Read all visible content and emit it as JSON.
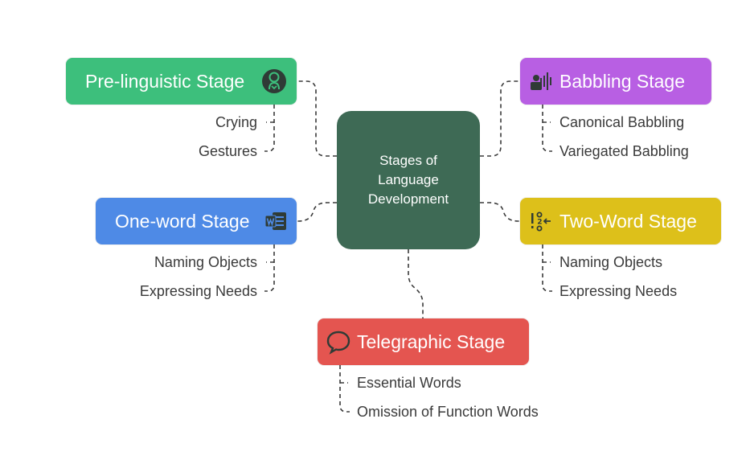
{
  "center": {
    "title": "Stages of Language Development"
  },
  "colors": {
    "pre_linguistic": "#3dbf7c",
    "babbling": "#b85fe3",
    "one_word": "#4e8ae6",
    "two_word": "#ddc01a",
    "telegraphic": "#e45550",
    "center": "#3e6a55"
  },
  "stages": {
    "pre_linguistic": {
      "title": "Pre-linguistic Stage",
      "icon": "baby-icon",
      "items": [
        "Crying",
        "Gestures"
      ]
    },
    "babbling": {
      "title": "Babbling Stage",
      "icon": "voice-wave-icon",
      "items": [
        "Canonical Babbling",
        "Variegated Babbling"
      ]
    },
    "one_word": {
      "title": "One-word Stage",
      "icon": "word-document-icon",
      "items": [
        "Naming Objects",
        "Expressing Needs"
      ]
    },
    "two_word": {
      "title": "Two-Word Stage",
      "icon": "ordered-list-icon",
      "items": [
        "Naming Objects",
        "Expressing Needs"
      ]
    },
    "telegraphic": {
      "title": "Telegraphic Stage",
      "icon": "speech-bubble-icon",
      "items": [
        "Essential Words",
        "Omission of Function Words"
      ]
    }
  }
}
